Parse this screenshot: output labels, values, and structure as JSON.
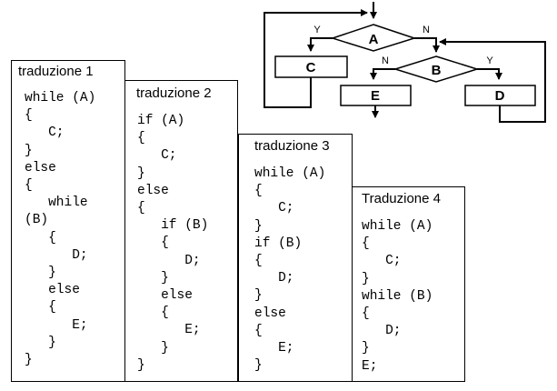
{
  "flowchart": {
    "diamond_a": "A",
    "diamond_b": "B",
    "box_c": "C",
    "box_d": "D",
    "box_e": "E",
    "label_a_yes": "Y",
    "label_a_no": "N",
    "label_b_no": "N",
    "label_b_yes": "Y"
  },
  "panels": [
    {
      "title": "traduzione 1",
      "lines": [
        "while (A)",
        "{",
        "   C;",
        "}",
        "else",
        "{",
        "   while",
        "(B)",
        "   {",
        "      D;",
        "   }",
        "   else",
        "   {",
        "      E;",
        "   }",
        "}"
      ]
    },
    {
      "title": "traduzione 2",
      "lines": [
        "if (A)",
        "{",
        "   C;",
        "}",
        "else",
        "{",
        "   if (B)",
        "   {",
        "      D;",
        "   }",
        "   else",
        "   {",
        "      E;",
        "   }",
        "}"
      ]
    },
    {
      "title": "traduzione 3",
      "lines": [
        "while (A)",
        "{",
        "   C;",
        "}",
        "if (B)",
        "{",
        "   D;",
        "}",
        "else",
        "{",
        "   E;",
        "}"
      ]
    },
    {
      "title": "Traduzione 4",
      "lines": [
        "while (A)",
        "{",
        "   C;",
        "}",
        "while (B)",
        "{",
        "   D;",
        "}",
        "E;"
      ]
    }
  ]
}
